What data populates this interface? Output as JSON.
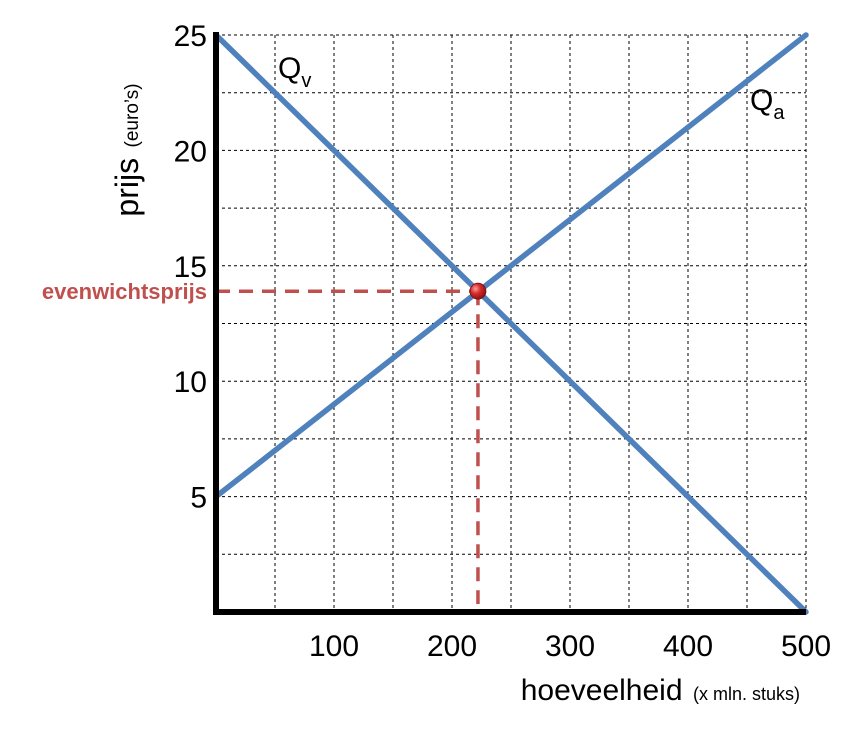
{
  "chart_data": {
    "type": "line",
    "x_axis": {
      "label": "hoeveelheid",
      "unit": "(x mln. stuks)",
      "range": [
        0,
        500
      ],
      "ticks": [
        100,
        200,
        300,
        400,
        500
      ],
      "grid_step": 50
    },
    "y_axis": {
      "label": "prijs",
      "unit": "(euro’s)",
      "range": [
        0,
        25
      ],
      "ticks": [
        5,
        10,
        15,
        20,
        25
      ],
      "grid_step": 2.5
    },
    "grid": true,
    "grid_style": "dashed",
    "series": [
      {
        "name": "Q",
        "subscript": "v",
        "color": "#4f81bd",
        "points": [
          [
            0,
            25
          ],
          [
            500,
            0
          ]
        ]
      },
      {
        "name": "Q",
        "subscript": "a",
        "color": "#4f81bd",
        "points": [
          [
            0,
            5
          ],
          [
            500,
            25
          ]
        ]
      }
    ],
    "equilibrium": {
      "label": "evenwichtsprijs",
      "x": 222,
      "y": 13.9,
      "color": "#c0504d"
    }
  }
}
